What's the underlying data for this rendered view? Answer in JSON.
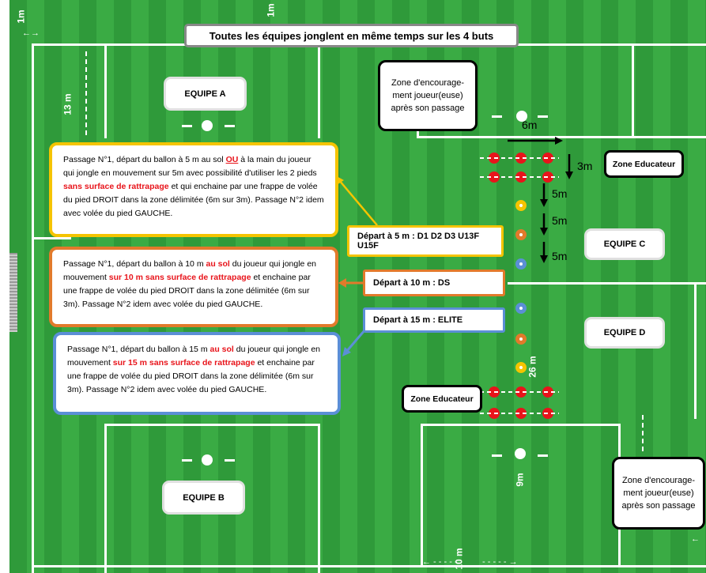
{
  "title": "Toutes les équipes jonglent en même temps sur les 4 buts",
  "teams": {
    "a": "EQUIPE A",
    "b": "EQUIPE B",
    "c": "EQUIPE C",
    "d": "EQUIPE D"
  },
  "zones": {
    "encouragement": "Zone d'encourage-ment joueur(euse) après son passage",
    "educateur": "Zone Educateur"
  },
  "measures": {
    "m1_top": "1m",
    "m1_left": "1m",
    "m13": "13 m",
    "m6": "6m",
    "m3": "3m",
    "m5a": "5m",
    "m5b": "5m",
    "m5c": "5m",
    "m26": "26 m",
    "m9": "9m",
    "m10": "10 m"
  },
  "passages": {
    "p1": {
      "parts": [
        "Passage N°1, départ du ballon à 5 m au sol ",
        "OU",
        " à la main du joueur qui jongle en mouvement sur 5m avec possibilité d'utiliser les 2 pieds ",
        "sans surface de rattrapage",
        " et qui enchaine par une frappe de volée du pied DROIT dans la zone délimitée (6m sur 3m). Passage N°2 idem avec volée du pied GAUCHE."
      ]
    },
    "p2": {
      "parts": [
        "Passage N°1, départ du ballon à 10 m ",
        "au sol",
        " du joueur qui jongle en mouvement ",
        "sur 10 m sans surface de rattrapage",
        " et enchaine par une frappe de volée du pied DROIT dans la zone délimitée (6m sur 3m). Passage N°2 idem avec volée du pied GAUCHE."
      ]
    },
    "p3": {
      "parts": [
        "Passage N°1, départ du ballon à 15 m ",
        "au sol",
        " du joueur qui jongle en mouvement ",
        "sur 15 m sans surface de rattrapage",
        " et enchaine par une frappe de volée du pied DROIT dans la zone délimitée (6m sur 3m). Passage N°2 idem avec volée du pied GAUCHE."
      ]
    }
  },
  "departures": {
    "d5": "Départ à 5 m : D1 D2 D3 U13F U15F",
    "d10": "Départ à 10 m : DS",
    "d15": "Départ à 15 m : ELITE"
  },
  "colors": {
    "yellow": "#f5c400",
    "orange": "#e27a2b",
    "blue": "#5b8fd6",
    "red": "#e8141b",
    "grass": "#2f9a3a"
  }
}
